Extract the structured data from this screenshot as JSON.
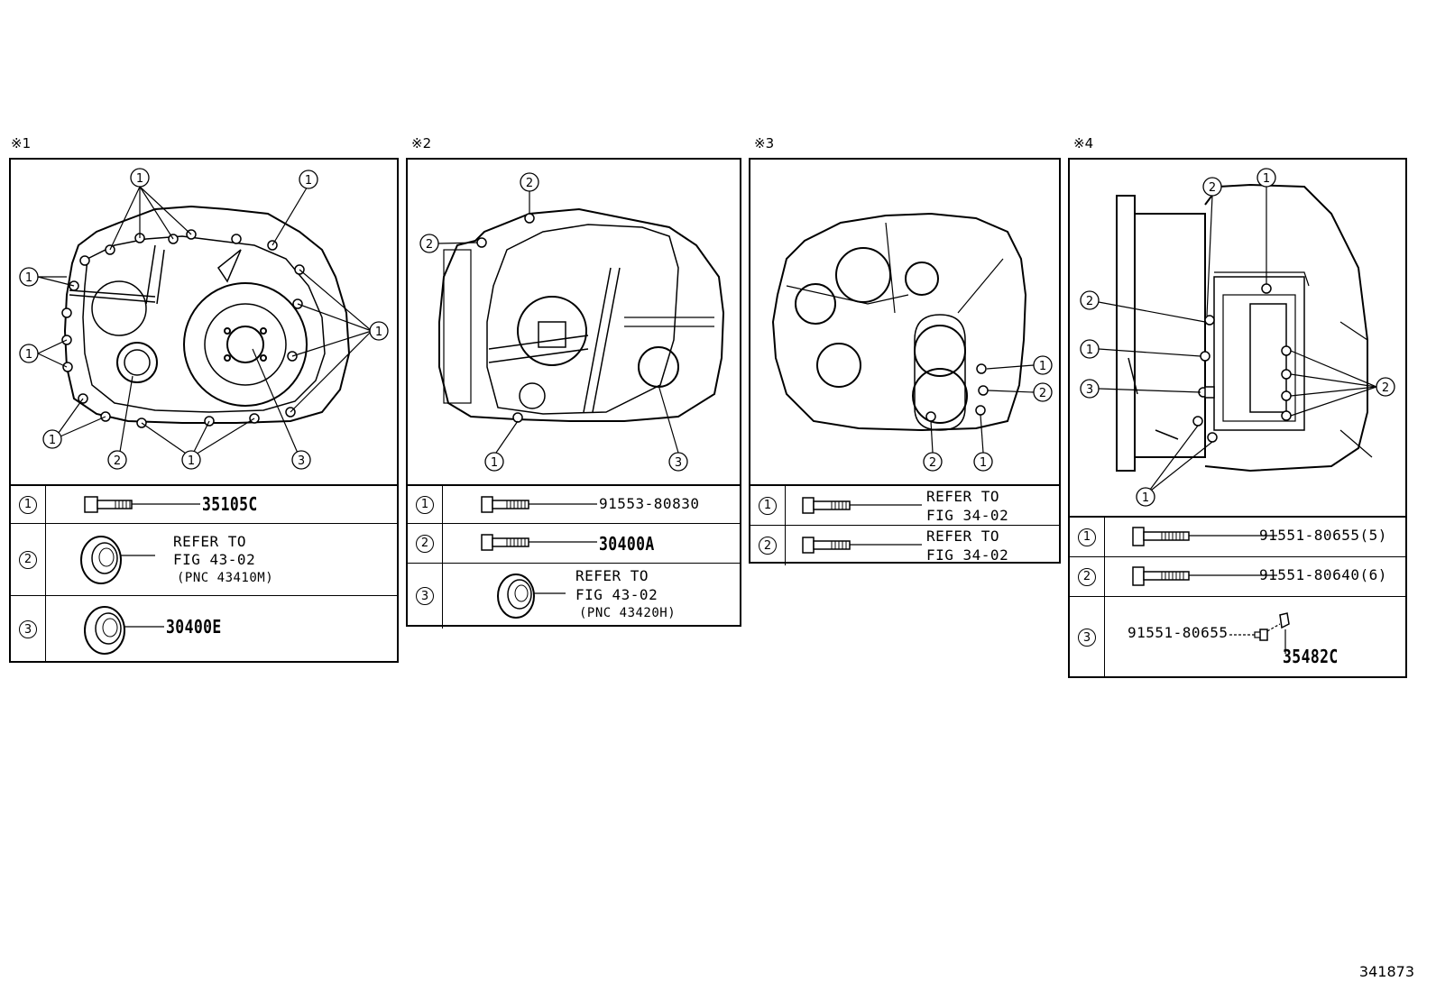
{
  "panels": [
    {
      "mark": "※1",
      "rows": [
        {
          "num": "1",
          "lines": [
            "35105C"
          ]
        },
        {
          "num": "2",
          "lines": [
            "REFER TO",
            "FIG 43-02",
            "(PNC 43410M)"
          ]
        },
        {
          "num": "3",
          "lines": [
            "30400E"
          ]
        }
      ],
      "callouts": [
        "1",
        "1",
        "1",
        "1",
        "1",
        "1",
        "2",
        "1",
        "3"
      ]
    },
    {
      "mark": "※2",
      "rows": [
        {
          "num": "1",
          "lines": [
            "91553-80830"
          ]
        },
        {
          "num": "2",
          "lines": [
            "30400A"
          ]
        },
        {
          "num": "3",
          "lines": [
            "REFER TO",
            "FIG 43-02",
            "(PNC 43420H)"
          ]
        }
      ],
      "callouts": [
        "2",
        "2",
        "1",
        "3"
      ]
    },
    {
      "mark": "※3",
      "rows": [
        {
          "num": "1",
          "lines": [
            "REFER TO",
            "FIG 34-02"
          ]
        },
        {
          "num": "2",
          "lines": [
            "REFER TO",
            "FIG 34-02"
          ]
        }
      ],
      "callouts": [
        "1",
        "2",
        "2",
        "1"
      ]
    },
    {
      "mark": "※4",
      "rows": [
        {
          "num": "1",
          "lines": [
            "91551-80655(5)"
          ]
        },
        {
          "num": "2",
          "lines": [
            "91551-80640(6)"
          ]
        },
        {
          "num": "3",
          "lines": [
            "91551-80655",
            "35482C"
          ]
        }
      ],
      "callouts": [
        "2",
        "1",
        "2",
        "1",
        "3",
        "2",
        "1"
      ]
    }
  ],
  "figure_number": "341873"
}
